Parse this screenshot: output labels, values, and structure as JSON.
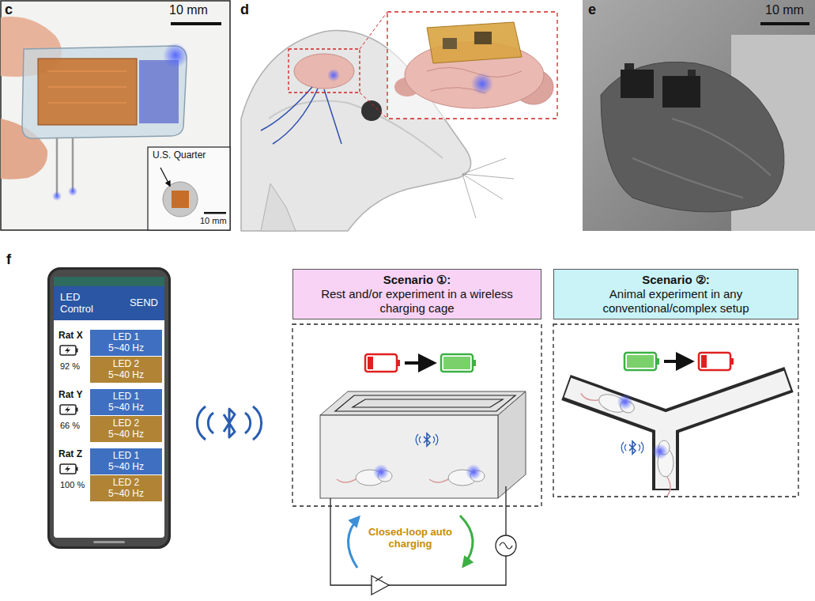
{
  "diagram": {
    "nodes": [
      {
        "text": [
          "LED Control",
          "SEND"
        ]
      },
      {
        "text": [
          "LED 1",
          "5~40 Hz"
        ]
      },
      {
        "text": [
          "LED 2",
          "5~40 Hz"
        ]
      },
      {
        "text": [
          "LED 1",
          "5~40 Hz"
        ]
      },
      {
        "text": [
          "LED 2",
          "5~40 Hz"
        ]
      },
      {
        "text": [
          "LED 1",
          "5~40 Hz"
        ]
      },
      {
        "text": [
          "LED 2",
          "5~40 Hz"
        ]
      },
      {
        "text": [
          "Scenario ①:",
          "Rest and/or experiment in a wireless charging cage"
        ]
      },
      {
        "text": [
          "Scenario ②:",
          "Animal experiment in any conventional/complex setup"
        ]
      }
    ],
    "labels": [
      "c",
      "10 mm",
      "U.S. Quarter",
      "10 mm",
      "d",
      "e",
      "10 mm",
      "f",
      "Rat X",
      "92 %",
      "Rat Y",
      "66 %",
      "Rat Z",
      "100 %",
      "Closed-loop auto charging"
    ]
  }
}
